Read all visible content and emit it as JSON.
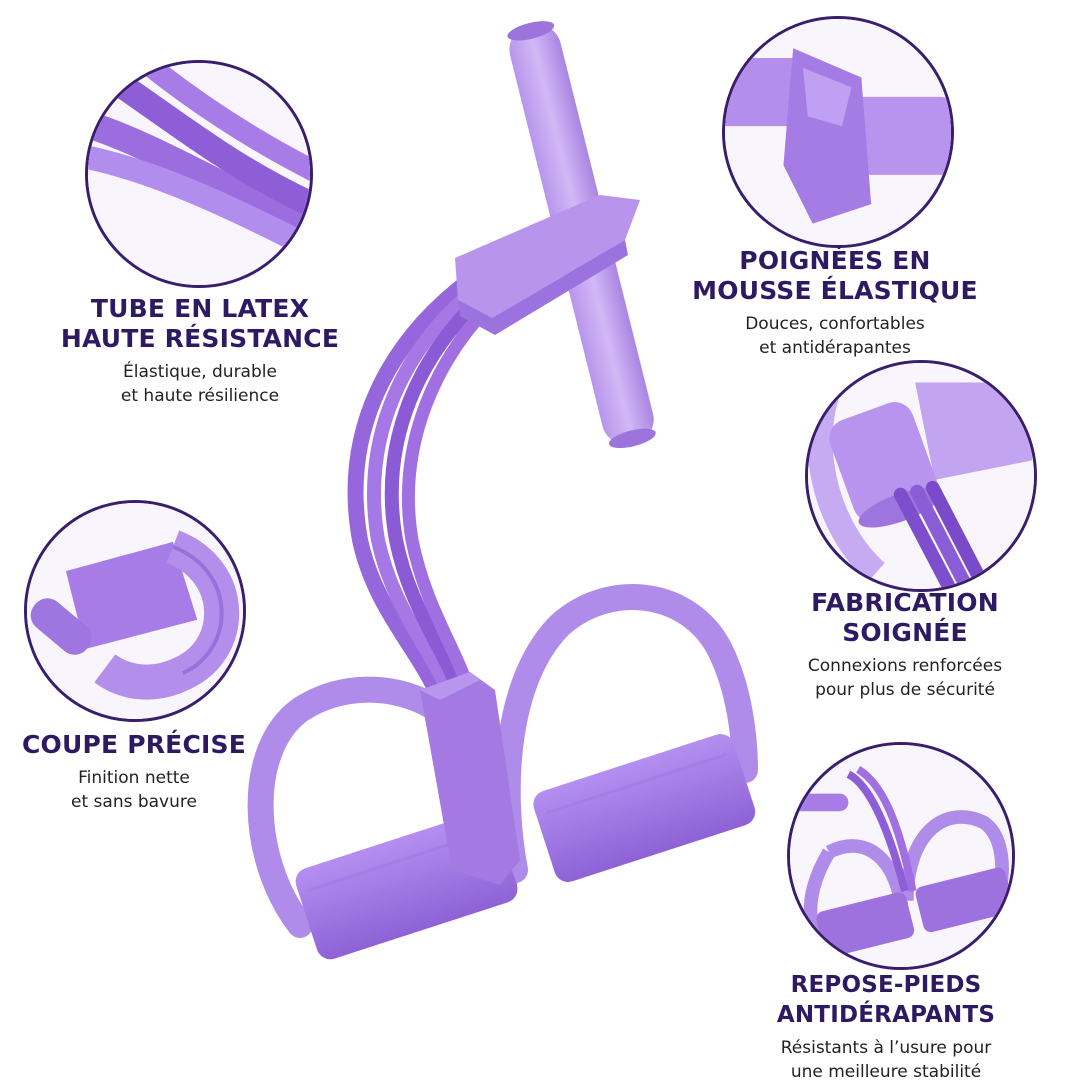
{
  "colors": {
    "accent": "#2e1a62",
    "product": "#a77fe0",
    "product_dark": "#8a5fd0",
    "product_light": "#c4a6f0"
  },
  "features": {
    "tube": {
      "title_line1": "TUBE EN LATEX",
      "title_line2": "HAUTE RÉSISTANCE",
      "desc_line1": "Élastique, durable",
      "desc_line2": "et haute résilience"
    },
    "handles": {
      "title_line1": "POIGNÉES EN",
      "title_line2": "MOUSSE ÉLASTIQUE",
      "desc_line1": "Douces, confortables",
      "desc_line2": "et antidérapantes"
    },
    "fabrication": {
      "title_line1": "FABRICATION",
      "title_line2": "SOIGNÉE",
      "desc_line1": "Connexions renforcées",
      "desc_line2": "pour plus de sécurité"
    },
    "cut": {
      "title_line1": "COUPE PRÉCISE",
      "desc_line1": "Finition nette",
      "desc_line2": "et sans bavure"
    },
    "footrest": {
      "title_line1": "REPOSE-PIEDS ANTIDÉRAPANTS",
      "desc_line1": "Résistants à l’usure pour",
      "desc_line2": "une meilleure stabilité"
    }
  }
}
